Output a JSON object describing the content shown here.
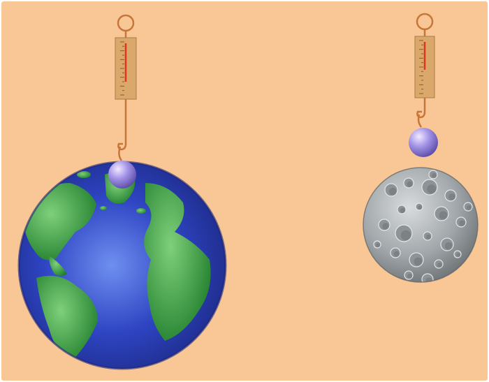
{
  "scene": {
    "background_color": "#f9c796",
    "left_setup": {
      "body": "earth-globe",
      "scale_reading_fraction": 0.75
    },
    "right_setup": {
      "body": "moon",
      "scale_reading_fraction": 0.55
    },
    "colors": {
      "ocean": "#2b3fb5",
      "land": "#2f9e3a",
      "moon_surface": "#9aa1a4",
      "spring_scale": "#d9a86a",
      "hook_wire": "#c8753a",
      "indicator": "#e0341c",
      "ball": "#a08ee0"
    }
  }
}
